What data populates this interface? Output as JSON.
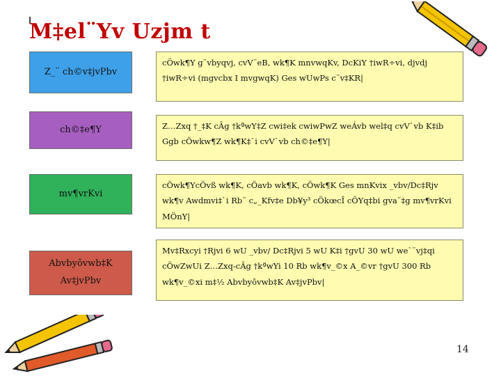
{
  "title": "M‡el¨Yv Uzjm t",
  "rows": [
    {
      "label": "Z_¨ ch©v‡jvPbv",
      "label_bg": "#3ea0e8",
      "desc": "cÖwk¶Y g¨vbyqvj, cvV¨eB, wk¶K mnvwqKv, DcKiY †iwR÷vi, djvdj †iwR÷vi (mgvcbx I mvgwqK) Ges wUwPs c¨v‡KR|"
    },
    {
      "label": "ch©‡e¶Y",
      "label_bg": "#a65fc0",
      "desc": "Z…Zxq †_‡K cÂg †kªwY‡Z cwi‡ek cwiwPwZ weÁvb wel‡q cvV`vb K‡ib Ggb cÖwkw¶Z wk¶K‡`i cvV`vb ch©‡e¶Y|"
    },
    {
      "label": "mv¶vrKvi",
      "label_bg": "#2fb25a",
      "desc": "cÖwk¶YcÖvß wk¶K, cÖavb wk¶K, cÖwk¶K Ges mnKvix _vbv/Dc‡Rjv wk¶v Awdmvi‡`i Rb¨ c„_Kfv‡e Db¥y³ cÖkœcÎ cÖYq‡bi gva¨‡g mv¶vrKvi MÖnY|"
    },
    {
      "label": "Abvbyôvwb‡K Av‡jvPbv",
      "label_bg": "#cd5a4a",
      "desc": "Mv‡Rxcyi †Rjvi 6 wU _vbv/ Dc‡Rjvi 5 wU K‡i †gvU 30 wU we`¨vj‡qi cÖwZwUi Z…Zxq-cÂg †kªwYi 10 Rb wk¶v_©x A_©vr †gvU 300 Rb wk¶v_©xi m‡½ Abvbyôvwb‡K Av‡jvPbv|"
    }
  ],
  "slide_number": "14"
}
